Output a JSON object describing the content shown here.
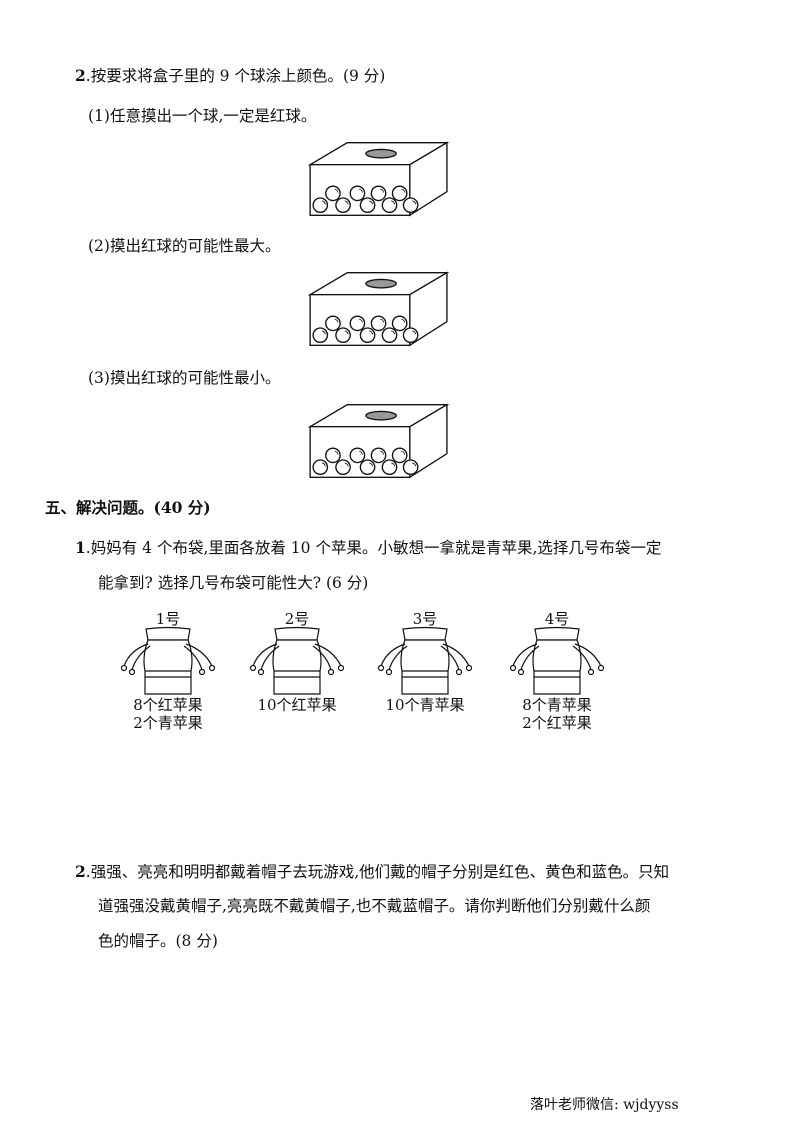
{
  "q2": {
    "num": "2",
    "text": ".按要求将盒子里的 9 个球涂上颜色。(9 分)",
    "parts": [
      "(1)任意摸出一个球,一定是红球。",
      "(2)摸出红球的可能性最大。",
      "(3)摸出红球的可能性最小。"
    ]
  },
  "section5": {
    "title": "五、解决问题。(40 分)"
  },
  "p1": {
    "num": "1",
    "line1": ".妈妈有 4 个布袋,里面各放着 10 个苹果。小敏想一拿就是青苹果,选择几号布袋一定",
    "line2": "能拿到? 选择几号布袋可能性大? (6 分)",
    "bags": [
      {
        "label": "1号",
        "lines": [
          "8个红苹果",
          "2个青苹果"
        ]
      },
      {
        "label": "2号",
        "lines": [
          "10个红苹果"
        ]
      },
      {
        "label": "3号",
        "lines": [
          "10个青苹果"
        ]
      },
      {
        "label": "4号",
        "lines": [
          "8个青苹果",
          "2个红苹果"
        ]
      }
    ]
  },
  "p2": {
    "num": "2",
    "line1": ".强强、亮亮和明明都戴着帽子去玩游戏,他们戴的帽子分别是红色、黄色和蓝色。只知",
    "line2": "道强强没戴黄帽子,亮亮既不戴黄帽子,也不戴蓝帽子。请你判断他们分别戴什么颜",
    "line3": "色的帽子。(8 分)"
  },
  "footer": "落叶老师微信: wjdyyss"
}
